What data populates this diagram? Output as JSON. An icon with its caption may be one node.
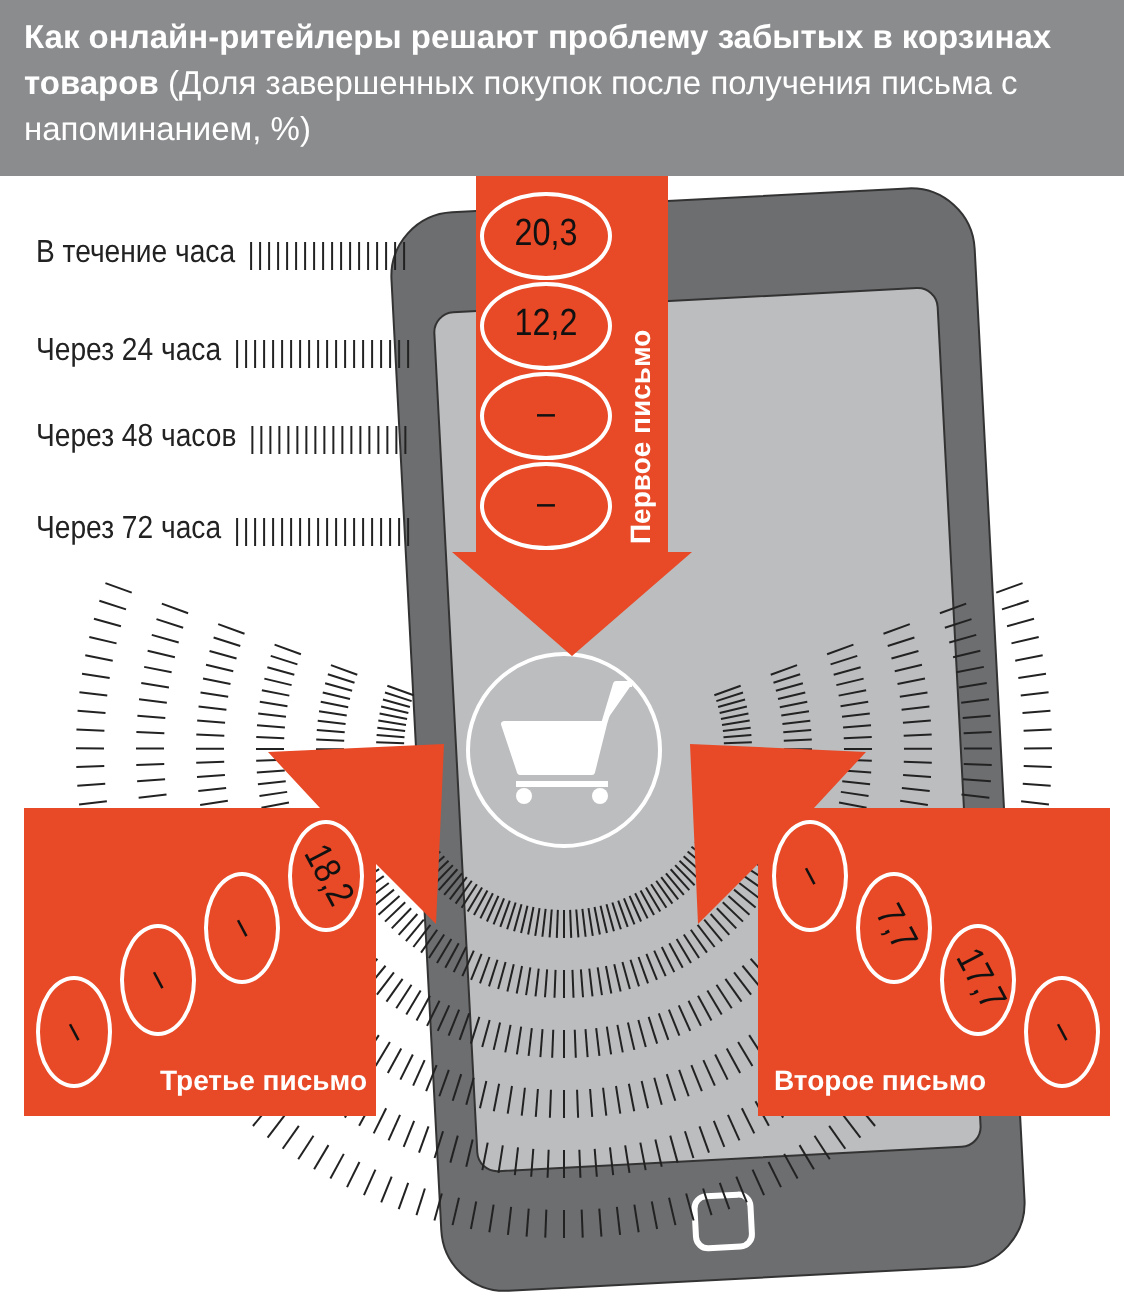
{
  "diagram": {
    "title": "**Как онлайн-ритейлеры решают проблему забытых в корзинах товаров** (Доля завершенных покупок после получения письма с напоминанием, %)",
    "nodes": [
      {
        "text": [
          "Первое письмо"
        ]
      },
      {
        "text": [
          "20,3"
        ],
        "in": 0
      },
      {
        "text": [
          "12,2"
        ],
        "in": 0
      },
      {
        "text": [
          "–"
        ],
        "in": 0
      },
      {
        "text": [
          "–"
        ],
        "in": 0
      },
      {
        "text": [
          "Второе письмо"
        ]
      },
      {
        "text": [
          "–"
        ],
        "in": 5
      },
      {
        "text": [
          "7,7"
        ],
        "in": 5
      },
      {
        "text": [
          "17,7"
        ],
        "in": 5
      },
      {
        "text": [
          "–"
        ],
        "in": 5
      },
      {
        "text": [
          "Третье письмо"
        ]
      },
      {
        "text": [
          "–"
        ],
        "in": 10
      },
      {
        "text": [
          "–"
        ],
        "in": 10
      },
      {
        "text": [
          "–"
        ],
        "in": 10
      },
      {
        "text": [
          "18,2"
        ],
        "in": 10
      }
    ],
    "labels": [
      "В течение часа",
      "Через 24 часа",
      "Через 48 часов",
      "Через 72 часа"
    ]
  }
}
